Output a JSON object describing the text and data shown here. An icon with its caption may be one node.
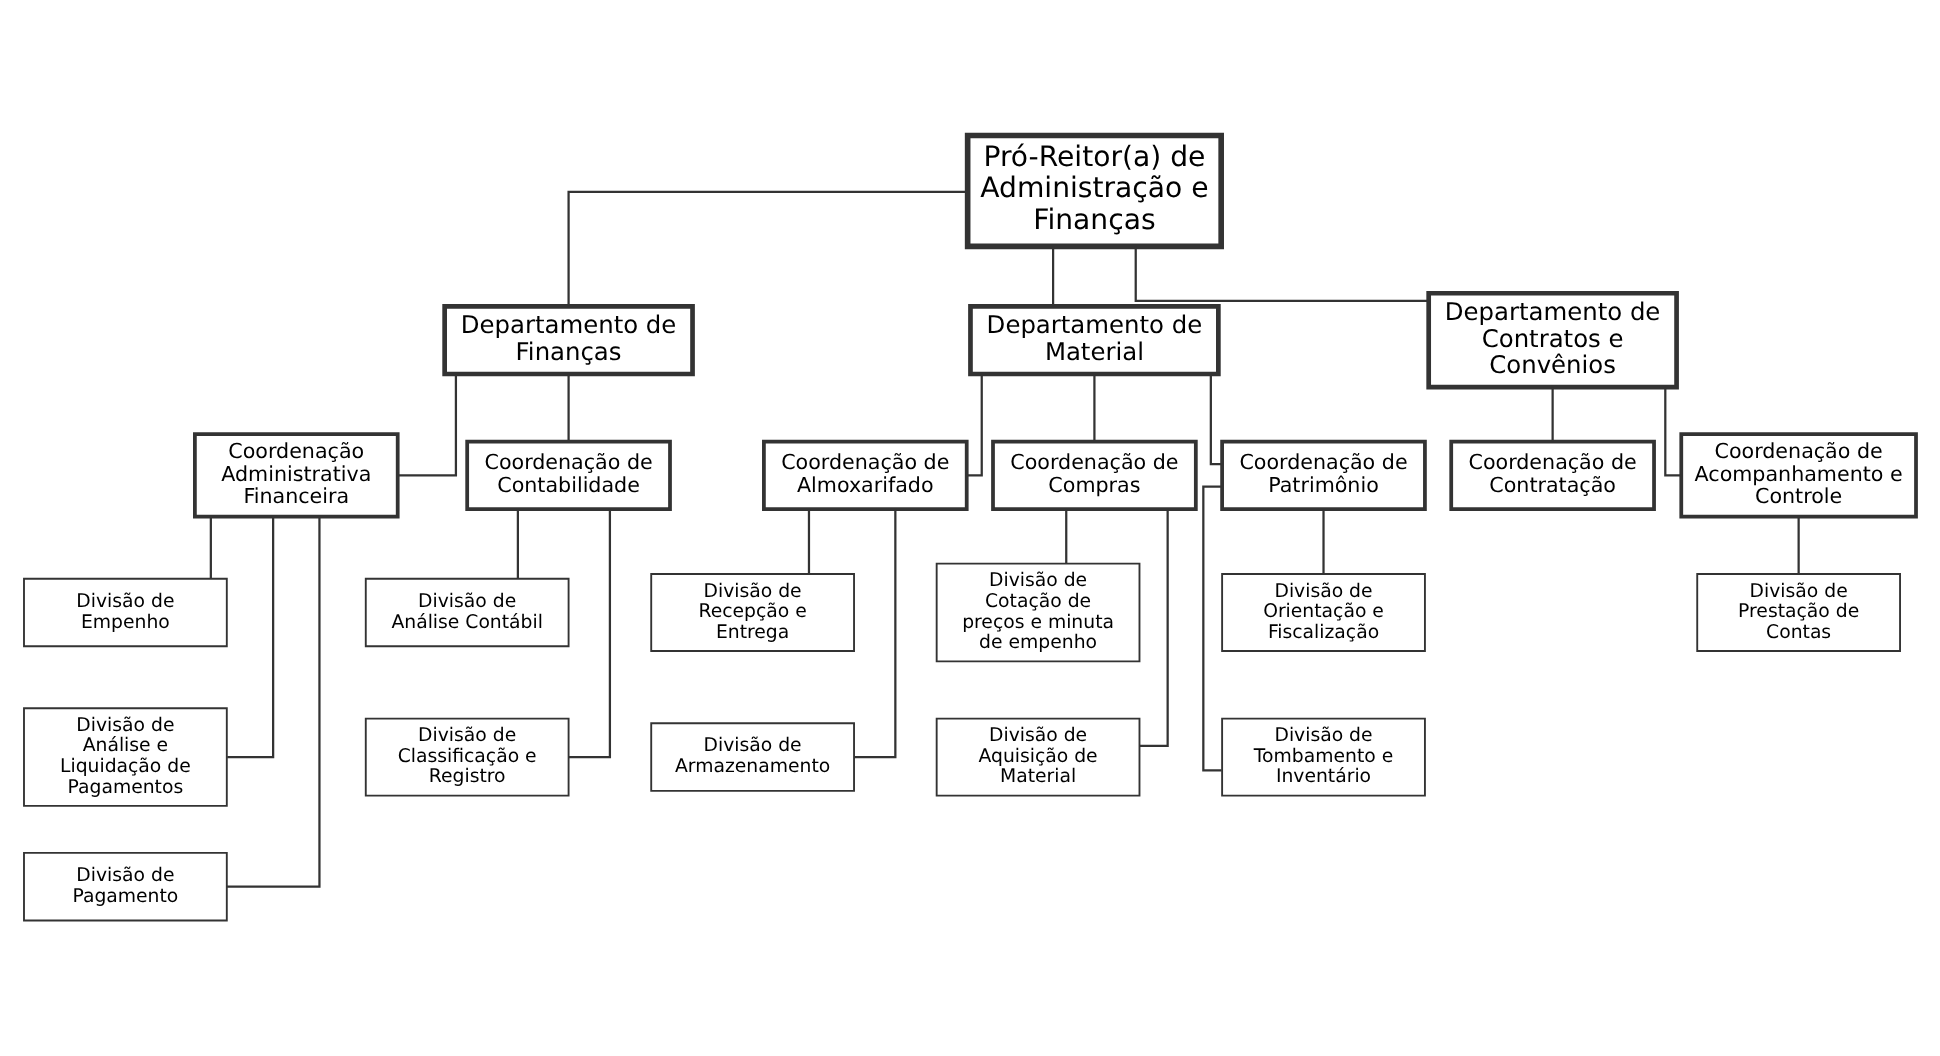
{
  "diagram": {
    "nodes": [
      {
        "text": [
          "Pró-Reitor(a) de Administração e Finanças"
        ]
      },
      {
        "text": [
          "Departamento de Finanças"
        ]
      },
      {
        "text": [
          "Departamento de Material"
        ]
      },
      {
        "text": [
          "Departamento de Contratos e Convênios"
        ]
      },
      {
        "text": [
          "Coordenação Administrativa Financeira"
        ]
      },
      {
        "text": [
          "Coordenação de Contabilidade"
        ]
      },
      {
        "text": [
          "Coordenação de Almoxarifado"
        ]
      },
      {
        "text": [
          "Coordenação de Compras"
        ]
      },
      {
        "text": [
          "Coordenação de Patrimônio"
        ]
      },
      {
        "text": [
          "Coordenação de Contratação"
        ]
      },
      {
        "text": [
          "Coordenação de Acompanhamento e Controle"
        ]
      },
      {
        "text": [
          "Divisão de Empenho"
        ]
      },
      {
        "text": [
          "Divisão de Análise e Liquidação de Pagamentos"
        ]
      },
      {
        "text": [
          "Divisão de Pagamento"
        ]
      },
      {
        "text": [
          "Divisão de Análise Contábil"
        ]
      },
      {
        "text": [
          "Divisão de Classificação e Registro"
        ]
      },
      {
        "text": [
          "Divisão de Recepção e Entrega"
        ]
      },
      {
        "text": [
          "Divisão de Armazenamento"
        ]
      },
      {
        "text": [
          "Divisão de Cotação de preços e minuta de empenho"
        ]
      },
      {
        "text": [
          "Divisão de Aquisição de Material"
        ]
      },
      {
        "text": [
          "Divisão de Orientação e Fiscalização"
        ]
      },
      {
        "text": [
          "Divisão de Tombamento e Inventário"
        ]
      },
      {
        "text": [
          "Divisão de Prestação de Contas"
        ]
      }
    ],
    "edges": [
      {
        "from": 0,
        "to": 1,
        "arrow": "none"
      },
      {
        "from": 0,
        "to": 2,
        "arrow": "none"
      },
      {
        "from": 0,
        "to": 3,
        "arrow": "none"
      },
      {
        "from": 1,
        "to": 4,
        "arrow": "none"
      },
      {
        "from": 1,
        "to": 5,
        "arrow": "none"
      },
      {
        "from": 2,
        "to": 6,
        "arrow": "none"
      },
      {
        "from": 2,
        "to": 7,
        "arrow": "none"
      },
      {
        "from": 2,
        "to": 8,
        "arrow": "none"
      },
      {
        "from": 3,
        "to": 9,
        "arrow": "none"
      },
      {
        "from": 3,
        "to": 10,
        "arrow": "none"
      },
      {
        "from": 4,
        "to": 11,
        "arrow": "none"
      },
      {
        "from": 4,
        "to": 12,
        "arrow": "none"
      },
      {
        "from": 4,
        "to": 13,
        "arrow": "none"
      },
      {
        "from": 5,
        "to": 14,
        "arrow": "none"
      },
      {
        "from": 5,
        "to": 15,
        "arrow": "none"
      },
      {
        "from": 6,
        "to": 16,
        "arrow": "none"
      },
      {
        "from": 6,
        "to": 17,
        "arrow": "none"
      },
      {
        "from": 7,
        "to": 18,
        "arrow": "none"
      },
      {
        "from": 7,
        "to": 19,
        "arrow": "none"
      },
      {
        "from": 8,
        "to": 20,
        "arrow": "none"
      },
      {
        "from": 8,
        "to": 21,
        "arrow": "none"
      },
      {
        "from": 10,
        "to": 22,
        "arrow": "none"
      }
    ]
  }
}
